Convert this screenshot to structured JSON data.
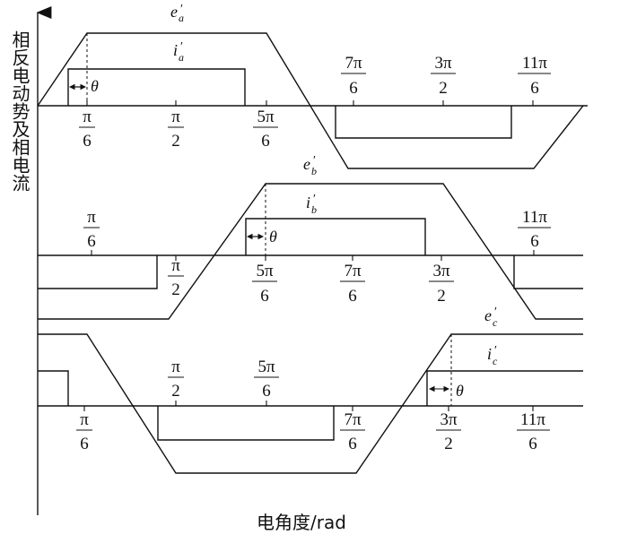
{
  "axes": {
    "y_label": "相反电动势及相电流",
    "x_label": "电角度/rad"
  },
  "ticks": {
    "pi6": {
      "num": "π",
      "den": "6"
    },
    "pi2": {
      "num": "π",
      "den": "2"
    },
    "5pi6": {
      "num": "5π",
      "den": "6"
    },
    "7pi6": {
      "num": "7π",
      "den": "6"
    },
    "3pi2": {
      "num": "3π",
      "den": "2"
    },
    "11pi6": {
      "num": "11π",
      "den": "6"
    }
  },
  "phases": {
    "a": {
      "emf": "e",
      "emf_sub": "a",
      "cur": "i",
      "cur_sub": "a",
      "prime": "′"
    },
    "b": {
      "emf": "e",
      "emf_sub": "b",
      "cur": "i",
      "cur_sub": "b",
      "prime": "′"
    },
    "c": {
      "emf": "e",
      "emf_sub": "c",
      "cur": "i",
      "cur_sub": "c",
      "prime": "′"
    }
  },
  "theta": "θ"
}
